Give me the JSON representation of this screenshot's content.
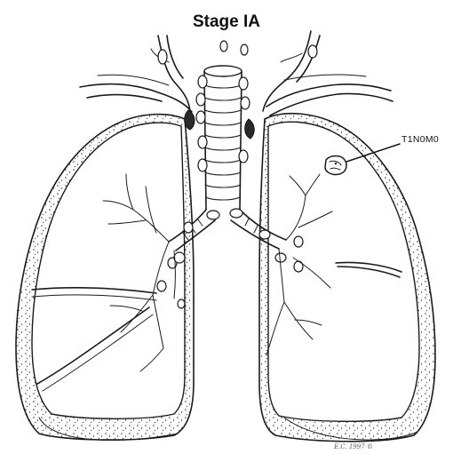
{
  "figure": {
    "title": "Stage IA",
    "tumor_label": "T1N0M0",
    "signature": "E.C. 1997 ©"
  }
}
